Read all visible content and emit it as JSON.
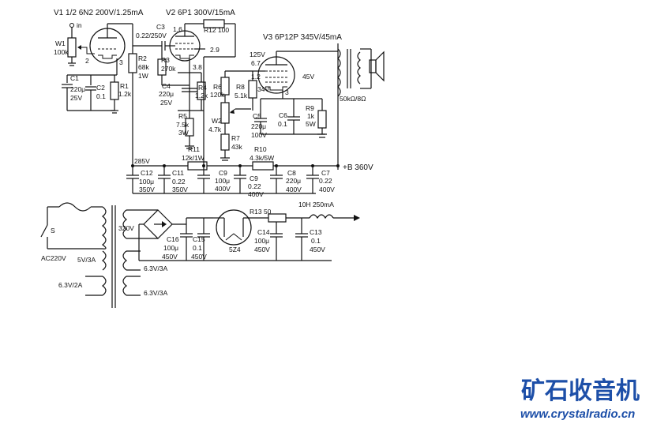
{
  "labels": {
    "v1": "V1  1/2  6N2  200V/1.25mA",
    "v2": "V2  6P1  300V/15mA",
    "v3": "V3  6P12P  345V/45mA",
    "in": "in",
    "w1": "W1",
    "w1v": "100k",
    "pin2": "2",
    "pin3": "3",
    "c3": "C3",
    "c3v": "0.22/250V",
    "pin1_6": "1.6",
    "r12": "R12  100",
    "pin2_9": "2.9",
    "pin3_8": "3.8",
    "r2": "R2",
    "r2v": "68k",
    "r2w": "1W",
    "r3": "R3",
    "r3v": "270k",
    "c1": "C1",
    "c1v": "220μ",
    "c1w": "25V",
    "c2": "C2",
    "c2v": "0.1",
    "r1": "R1",
    "r1v": "1.2k",
    "c4": "C4",
    "c4v": "220μ",
    "c4w": "25V",
    "r4": "R4",
    "r4v": "1.2k",
    "r5": "R5",
    "r5v": "7.5k",
    "r5w": "3W",
    "r6": "R6",
    "r6v": "120k",
    "r8": "R8",
    "r8v": "5.1k",
    "v125": "125V",
    "v6_7": "6.7",
    "v1_2": "1.2",
    "v34": "34V",
    "v3_pin": "3",
    "v45": "45V",
    "w2": "W2",
    "w2v": "4.7k",
    "r7": "R7",
    "r7v": "43k",
    "c5": "C5",
    "c5v": "220μ",
    "c5w": "100V",
    "c6": "C6",
    "c6v": "0.1",
    "r9": "R9",
    "r9v": "1k",
    "r9w": "5W",
    "out_tr": "50kΩ/8Ω",
    "r11": "R11",
    "r11v": "12k/1W",
    "r10": "R10",
    "r10v": "4.3k/5W",
    "v285": "285V",
    "b360": "+B  360V",
    "c12": "C12",
    "c12v": "100μ",
    "c12w": "350V",
    "c11": "C11",
    "c11v": "0.22",
    "c11w": "350V",
    "c9a": "C9",
    "c9av": "100μ",
    "c9aw": "400V",
    "c9b": "C9",
    "c9bv": "0.22",
    "c9bw": "400V",
    "c8": "C8",
    "c8v": "220μ",
    "c8w": "400V",
    "c7": "C7",
    "c7v": "0.22",
    "c7w": "400V",
    "s": "S",
    "ac": "AC220V",
    "v320": "320V",
    "v5_3": "5V/3A",
    "v63_2": "6.3V/2A",
    "v63_3a": "6.3V/3A",
    "v63_3b": "6.3V/3A",
    "c16": "C16",
    "c16v": "100μ",
    "c16w": "450V",
    "c15": "C15",
    "c15v": "0.1",
    "c15w": "450V",
    "tube5z4": "5Z4",
    "r13": "R13  50",
    "c14": "C14",
    "c14v": "100μ",
    "c14w": "450V",
    "choke": "10H  250mA",
    "c13": "C13",
    "c13v": "0.1",
    "c13w": "450V"
  },
  "brand": {
    "name": "矿石收音机",
    "url": "www.crystalradio.cn"
  },
  "colors": {
    "ink": "#111111",
    "brand": "#1d4fa8"
  }
}
